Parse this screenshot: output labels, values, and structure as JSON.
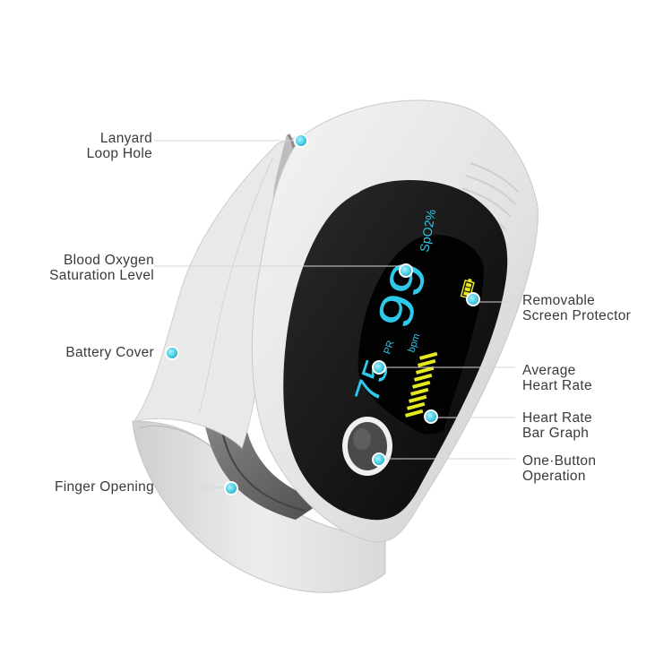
{
  "screen": {
    "spo2_label": "SpO2%",
    "spo2_value": "99",
    "pr_label": "PR",
    "bpm_label": "bpm",
    "pr_value": "75"
  },
  "callouts": {
    "lanyard": {
      "line1": "Lanyard",
      "line2": "Loop Hole"
    },
    "blood_oxygen": {
      "line1": "Blood Oxygen",
      "line2": "Saturation Level"
    },
    "battery_cover": {
      "line1": "Battery Cover"
    },
    "finger_opening": {
      "line1": "Finger Opening"
    },
    "screen_protector": {
      "line1": "Removable",
      "line2": "Screen Protector"
    },
    "average_hr": {
      "line1": "Average",
      "line2": "Heart Rate"
    },
    "hr_bar_graph": {
      "line1": "Heart Rate",
      "line2": "Bar Graph"
    },
    "one_button": {
      "line1": "One·Button",
      "line2": "Operation"
    }
  },
  "colors": {
    "accent_dot": "#4fd0e6",
    "display_cyan": "#2ec8e8",
    "bar_yellow": "#e6e81e",
    "body_white": "#ececec",
    "rubber_gray": "#6b6b6b",
    "screen_black": "#111111"
  }
}
